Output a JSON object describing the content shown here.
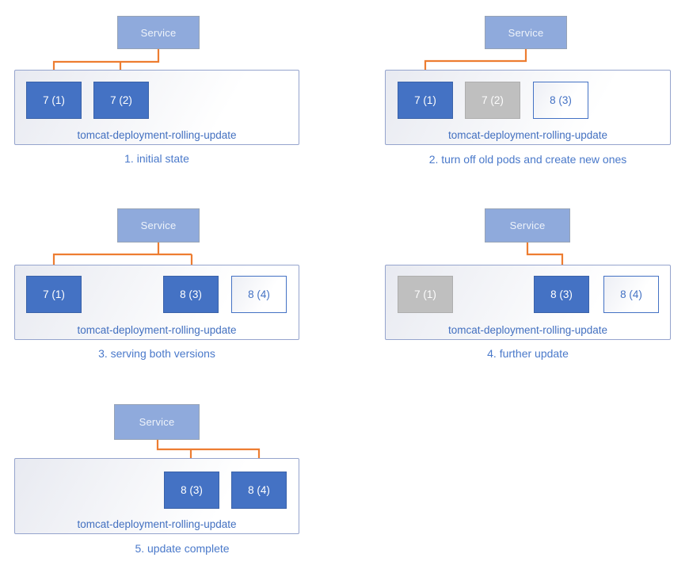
{
  "background": "#FFFFFF",
  "colors": {
    "service_fill": "#8FAADC",
    "pod_active_fill": "#4472C4",
    "pod_stopped_fill": "#BFBFBF",
    "pod_new_fill": "#FFFFFF",
    "pod_new_border": "#4472C4",
    "deployment_border": "#95A4CD",
    "deployment_fill_gradient": [
      "#E8EAF1",
      "#FFFFFF"
    ],
    "arrow": "#ED7D31",
    "caption_text": "#4A79CA",
    "deployment_label_text": "#4370C0"
  },
  "icons": {
    "connector_arrow": "orange elbow connector with solid triangular down arrowhead"
  },
  "panels": [
    {
      "step": 1,
      "caption": "1. initial state",
      "service_label": "Service",
      "deployment_label": "tomcat-deployment-rolling-update",
      "service_routes_to": [
        "7 (1)",
        "7 (2)"
      ],
      "pods": [
        {
          "label": "7 (1)",
          "state": "active"
        },
        {
          "label": "7 (2)",
          "state": "active"
        }
      ]
    },
    {
      "step": 2,
      "caption": "2. turn off old pods and create new ones",
      "service_label": "Service",
      "deployment_label": "tomcat-deployment-rolling-update",
      "service_routes_to": [
        "7 (1)"
      ],
      "pods": [
        {
          "label": "7 (1)",
          "state": "active"
        },
        {
          "label": "7 (2)",
          "state": "stopped"
        },
        {
          "label": "8 (3)",
          "state": "new"
        }
      ]
    },
    {
      "step": 3,
      "caption": "3. serving both versions",
      "service_label": "Service",
      "deployment_label": "tomcat-deployment-rolling-update",
      "service_routes_to": [
        "7 (1)",
        "8 (3)"
      ],
      "pods": [
        {
          "label": "7 (1)",
          "state": "active"
        },
        {
          "label": "8 (3)",
          "state": "active"
        },
        {
          "label": "8 (4)",
          "state": "new"
        }
      ]
    },
    {
      "step": 4,
      "caption": "4. further update",
      "service_label": "Service",
      "deployment_label": "tomcat-deployment-rolling-update",
      "service_routes_to": [
        "8 (3)"
      ],
      "pods": [
        {
          "label": "7 (1)",
          "state": "stopped"
        },
        {
          "label": "8 (3)",
          "state": "active"
        },
        {
          "label": "8 (4)",
          "state": "new"
        }
      ]
    },
    {
      "step": 5,
      "caption": "5. update complete",
      "service_label": "Service",
      "deployment_label": "tomcat-deployment-rolling-update",
      "service_routes_to": [
        "8 (3)",
        "8 (4)"
      ],
      "pods": [
        {
          "label": "8 (3)",
          "state": "active"
        },
        {
          "label": "8 (4)",
          "state": "active"
        }
      ]
    }
  ]
}
